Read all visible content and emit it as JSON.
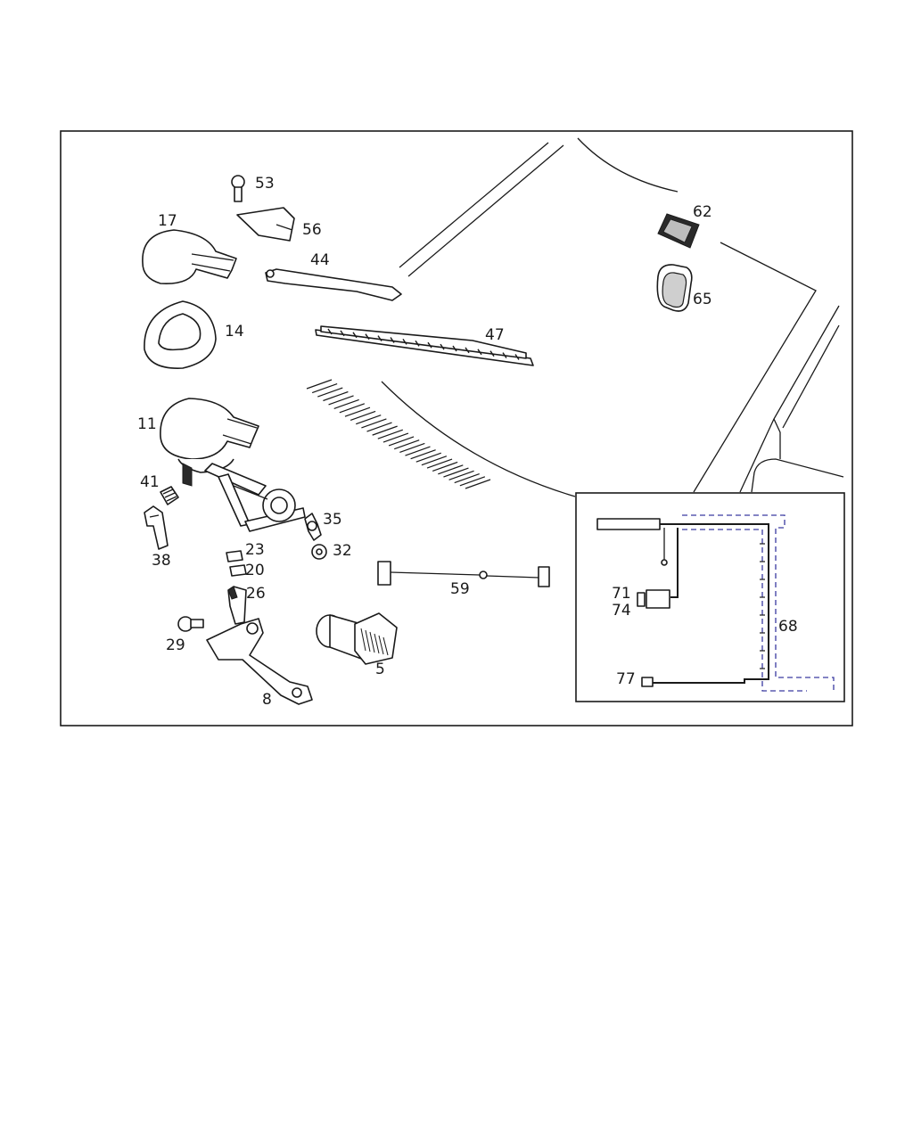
{
  "diagram": {
    "callouts": {
      "c53": "53",
      "c56": "56",
      "c17": "17",
      "c44": "44",
      "c14": "14",
      "c47": "47",
      "c62": "62",
      "c65": "65",
      "c11": "11",
      "c41": "41",
      "c38": "38",
      "c35": "35",
      "c32": "32",
      "c23": "23",
      "c20": "20",
      "c26": "26",
      "c29": "29",
      "c59": "59",
      "c5": "5",
      "c8": "8",
      "c71": "71",
      "c74": "74",
      "c68": "68",
      "c77": "77"
    }
  }
}
